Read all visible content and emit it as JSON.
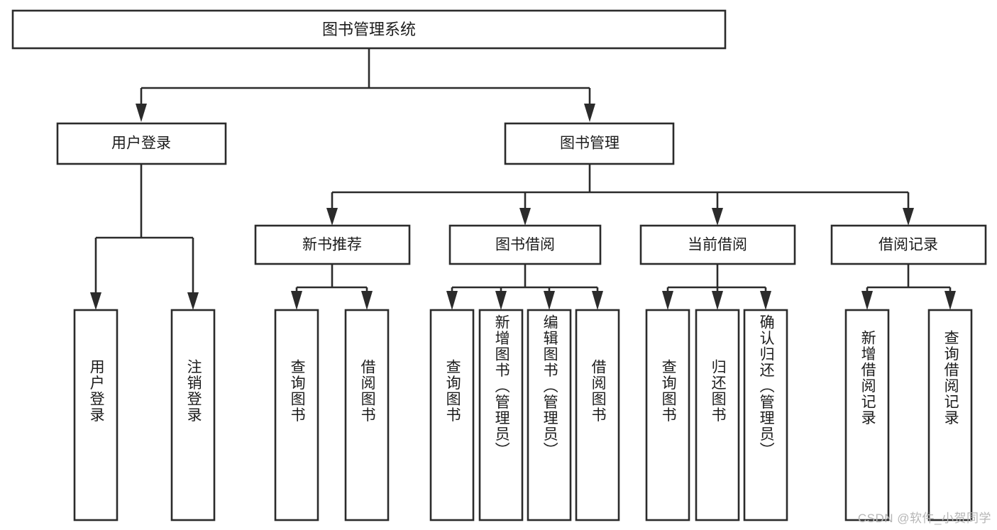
{
  "diagram": {
    "type": "tree-hierarchy",
    "title": "图书管理系统",
    "watermark": "CSDN @软件_小贺同学",
    "colors": {
      "stroke": "#2b2b2b",
      "fill": "#ffffff",
      "text": "#1c1c1c",
      "watermark": "#b6b6b6"
    },
    "root": {
      "label": "图书管理系统",
      "level": 0
    },
    "level1": [
      {
        "label": "用户登录"
      },
      {
        "label": "图书管理"
      }
    ],
    "level2": [
      {
        "label": "新书推荐"
      },
      {
        "label": "图书借阅"
      },
      {
        "label": "当前借阅"
      },
      {
        "label": "借阅记录"
      }
    ],
    "leaves": {
      "user_login": [
        {
          "label": "用户登录"
        },
        {
          "label": "注销登录"
        }
      ],
      "new_book_recommend": [
        {
          "label": "查询图书"
        },
        {
          "label": "借阅图书"
        }
      ],
      "book_borrow": [
        {
          "label": "查询图书"
        },
        {
          "label": "新增图书（管理员）"
        },
        {
          "label": "编辑图书（管理员）"
        },
        {
          "label": "借阅图书"
        }
      ],
      "current_borrow": [
        {
          "label": "查询图书"
        },
        {
          "label": "归还图书"
        },
        {
          "label": "确认归还（管理员）"
        }
      ],
      "borrow_record": [
        {
          "label": "新增借阅记录"
        },
        {
          "label": "查询借阅记录"
        }
      ]
    }
  }
}
